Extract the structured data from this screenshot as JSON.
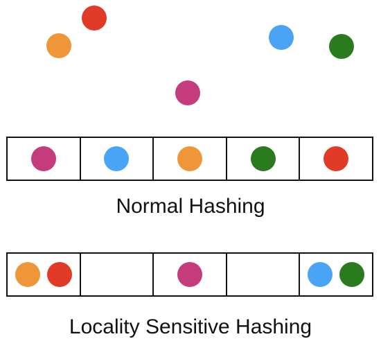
{
  "colors": {
    "orange": "#F0963A",
    "red": "#E13A26",
    "blue": "#4AA4F5",
    "green": "#2A7A1E",
    "magenta": "#C43C7C",
    "border": "#111111"
  },
  "free_points": [
    {
      "color": "orange"
    },
    {
      "color": "red"
    },
    {
      "color": "blue"
    },
    {
      "color": "green"
    },
    {
      "color": "magenta"
    }
  ],
  "normal_hashing": {
    "caption": "Normal Hashing",
    "buckets": [
      [
        "magenta"
      ],
      [
        "blue"
      ],
      [
        "orange"
      ],
      [
        "green"
      ],
      [
        "red"
      ]
    ]
  },
  "lsh": {
    "caption": "Locality Sensitive Hashing",
    "buckets": [
      [
        "orange",
        "red"
      ],
      [],
      [
        "magenta"
      ],
      [],
      [
        "blue",
        "green"
      ]
    ]
  }
}
